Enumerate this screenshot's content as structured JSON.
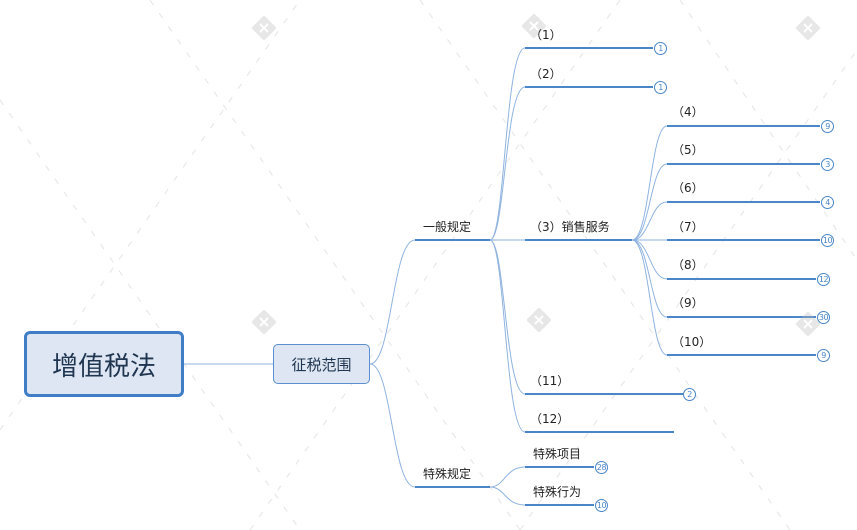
{
  "root": {
    "label": "增值税法"
  },
  "main": {
    "label": "征税范围"
  },
  "general": {
    "label": "一般规定",
    "items": [
      {
        "label": "（1）",
        "badge": "1"
      },
      {
        "label": "（2）",
        "badge": "1"
      },
      {
        "label": "（3）销售服务",
        "badge": ""
      },
      {
        "label": "（11）",
        "badge": "2"
      },
      {
        "label": "（12）",
        "badge": ""
      }
    ],
    "services": [
      {
        "label": "（4）",
        "badge": "9"
      },
      {
        "label": "（5）",
        "badge": "3"
      },
      {
        "label": "（6）",
        "badge": "4"
      },
      {
        "label": "（7）",
        "badge": "10"
      },
      {
        "label": "（8）",
        "badge": "12"
      },
      {
        "label": "（9）",
        "badge": "30"
      },
      {
        "label": "（10）",
        "badge": "9"
      }
    ]
  },
  "special": {
    "label": "特殊规定",
    "items": [
      {
        "label": "特殊项目",
        "badge": "28"
      },
      {
        "label": "特殊行为",
        "badge": "10"
      }
    ]
  },
  "colors": {
    "line": "#4a86c8",
    "thin_line": "#8fb3df",
    "root_border": "#3f7ec6",
    "topic_fill": "#dde6f2"
  }
}
